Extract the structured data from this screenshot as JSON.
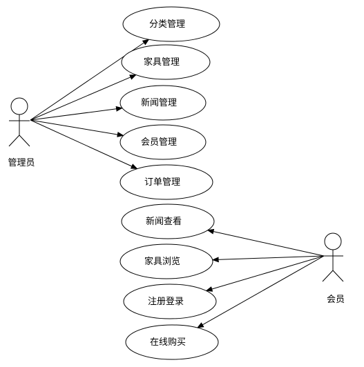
{
  "actors": [
    {
      "id": "admin",
      "label": "管理员"
    },
    {
      "id": "member",
      "label": "会员"
    }
  ],
  "use_cases": [
    {
      "id": "uc1",
      "label": "分类管理",
      "actor": "admin"
    },
    {
      "id": "uc2",
      "label": "家具管理",
      "actor": "admin"
    },
    {
      "id": "uc3",
      "label": "新闻管理",
      "actor": "admin"
    },
    {
      "id": "uc4",
      "label": "会员管理",
      "actor": "admin"
    },
    {
      "id": "uc5",
      "label": "订单管理",
      "actor": "admin"
    },
    {
      "id": "uc6",
      "label": "新闻查看",
      "actor": "member"
    },
    {
      "id": "uc7",
      "label": "家具浏览",
      "actor": "member"
    },
    {
      "id": "uc8",
      "label": "注册登录",
      "actor": "member"
    },
    {
      "id": "uc9",
      "label": "在线购买",
      "actor": "member"
    }
  ]
}
